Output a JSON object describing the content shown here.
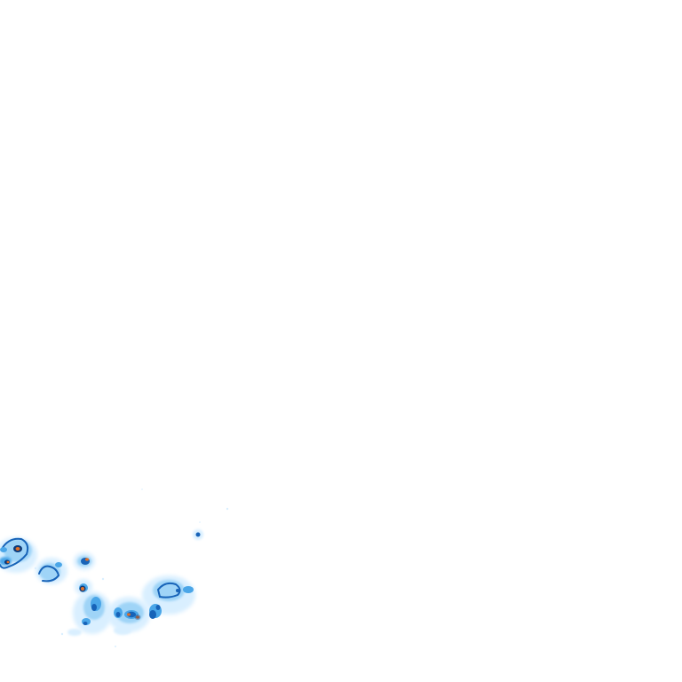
{
  "map": {
    "background_color": "#ffffff",
    "layer": "precipitation-radar",
    "palette": {
      "very_light": "#d9efff",
      "light": "#9fd4f7",
      "moderate": "#4aa6e8",
      "heavy": "#1763b8",
      "very_heavy": "#0b3a7a",
      "intense": "#e0702a"
    },
    "intensity_levels": [
      "very_light",
      "light",
      "moderate",
      "heavy",
      "very_heavy",
      "intense"
    ],
    "echo_clusters": [
      {
        "id": "cluster-west",
        "intensity": "intense"
      },
      {
        "id": "cluster-west-2",
        "intensity": "moderate"
      },
      {
        "id": "cluster-center-north",
        "intensity": "intense"
      },
      {
        "id": "cluster-center",
        "intensity": "intense"
      },
      {
        "id": "cluster-south",
        "intensity": "very_heavy"
      },
      {
        "id": "cluster-south-east",
        "intensity": "intense"
      },
      {
        "id": "cluster-east",
        "intensity": "very_heavy"
      },
      {
        "id": "cluster-isolated",
        "intensity": "heavy"
      }
    ]
  }
}
